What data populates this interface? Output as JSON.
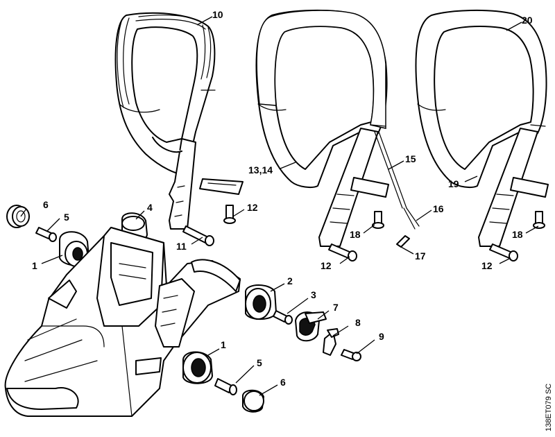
{
  "callouts": {
    "c10": "10",
    "c20": "20",
    "c13_14": "13,14",
    "c15": "15",
    "c19": "19",
    "c16": "16",
    "c17": "17",
    "c18a": "18",
    "c18b": "18",
    "c12a": "12",
    "c12b": "12",
    "c12c": "12",
    "c11": "11",
    "c6a": "6",
    "c5a": "5",
    "c4": "4",
    "c1a": "1",
    "c2": "2",
    "c3": "3",
    "c7": "7",
    "c8": "8",
    "c9": "9",
    "c1b": "1",
    "c5b": "5",
    "c6b": "6"
  },
  "drawing_code": "138ET079 SC"
}
